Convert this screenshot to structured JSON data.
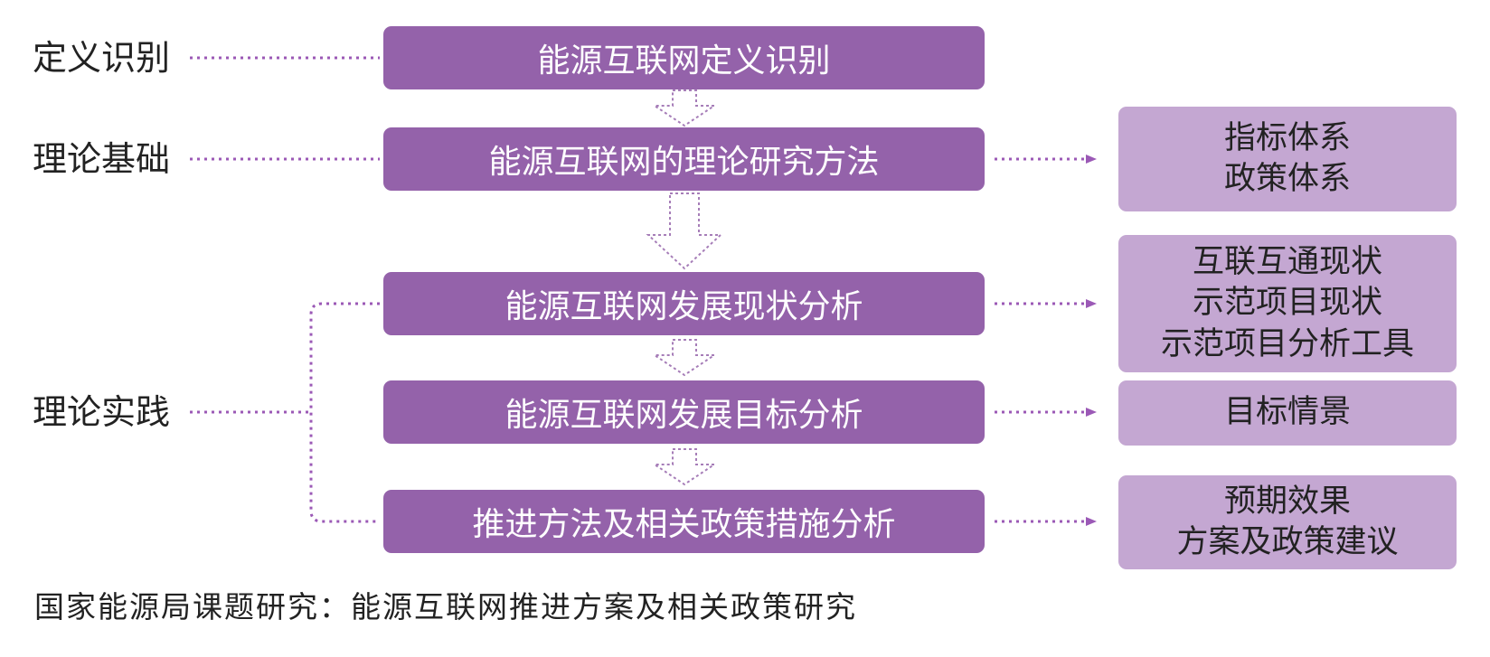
{
  "colors": {
    "main_box": "#9462AA",
    "side_box": "#C4A7D2",
    "connector": "#9B59B6",
    "arrow_fill": "#ffffff",
    "arrow_stroke": "#A67DB8"
  },
  "stages": [
    {
      "label": "定义识别"
    },
    {
      "label": "理论基础"
    },
    {
      "label": "理论实践"
    }
  ],
  "main_steps": [
    {
      "text": "能源互联网定义识别"
    },
    {
      "text": "能源互联网的理论研究方法"
    },
    {
      "text": "能源互联网发展现状分析"
    },
    {
      "text": "能源互联网发展目标分析"
    },
    {
      "text": "推进方法及相关政策措施分析"
    }
  ],
  "side_boxes": [
    {
      "lines": [
        "指标体系",
        "政策体系"
      ]
    },
    {
      "lines": [
        "互联互通现状",
        "示范项目现状",
        "示范项目分析工具"
      ]
    },
    {
      "lines": [
        "目标情景"
      ]
    },
    {
      "lines": [
        "预期效果",
        "方案及政策建议"
      ]
    }
  ],
  "footer": {
    "text": "国家能源局课题研究：能源互联网推进方案及相关政策研究"
  }
}
